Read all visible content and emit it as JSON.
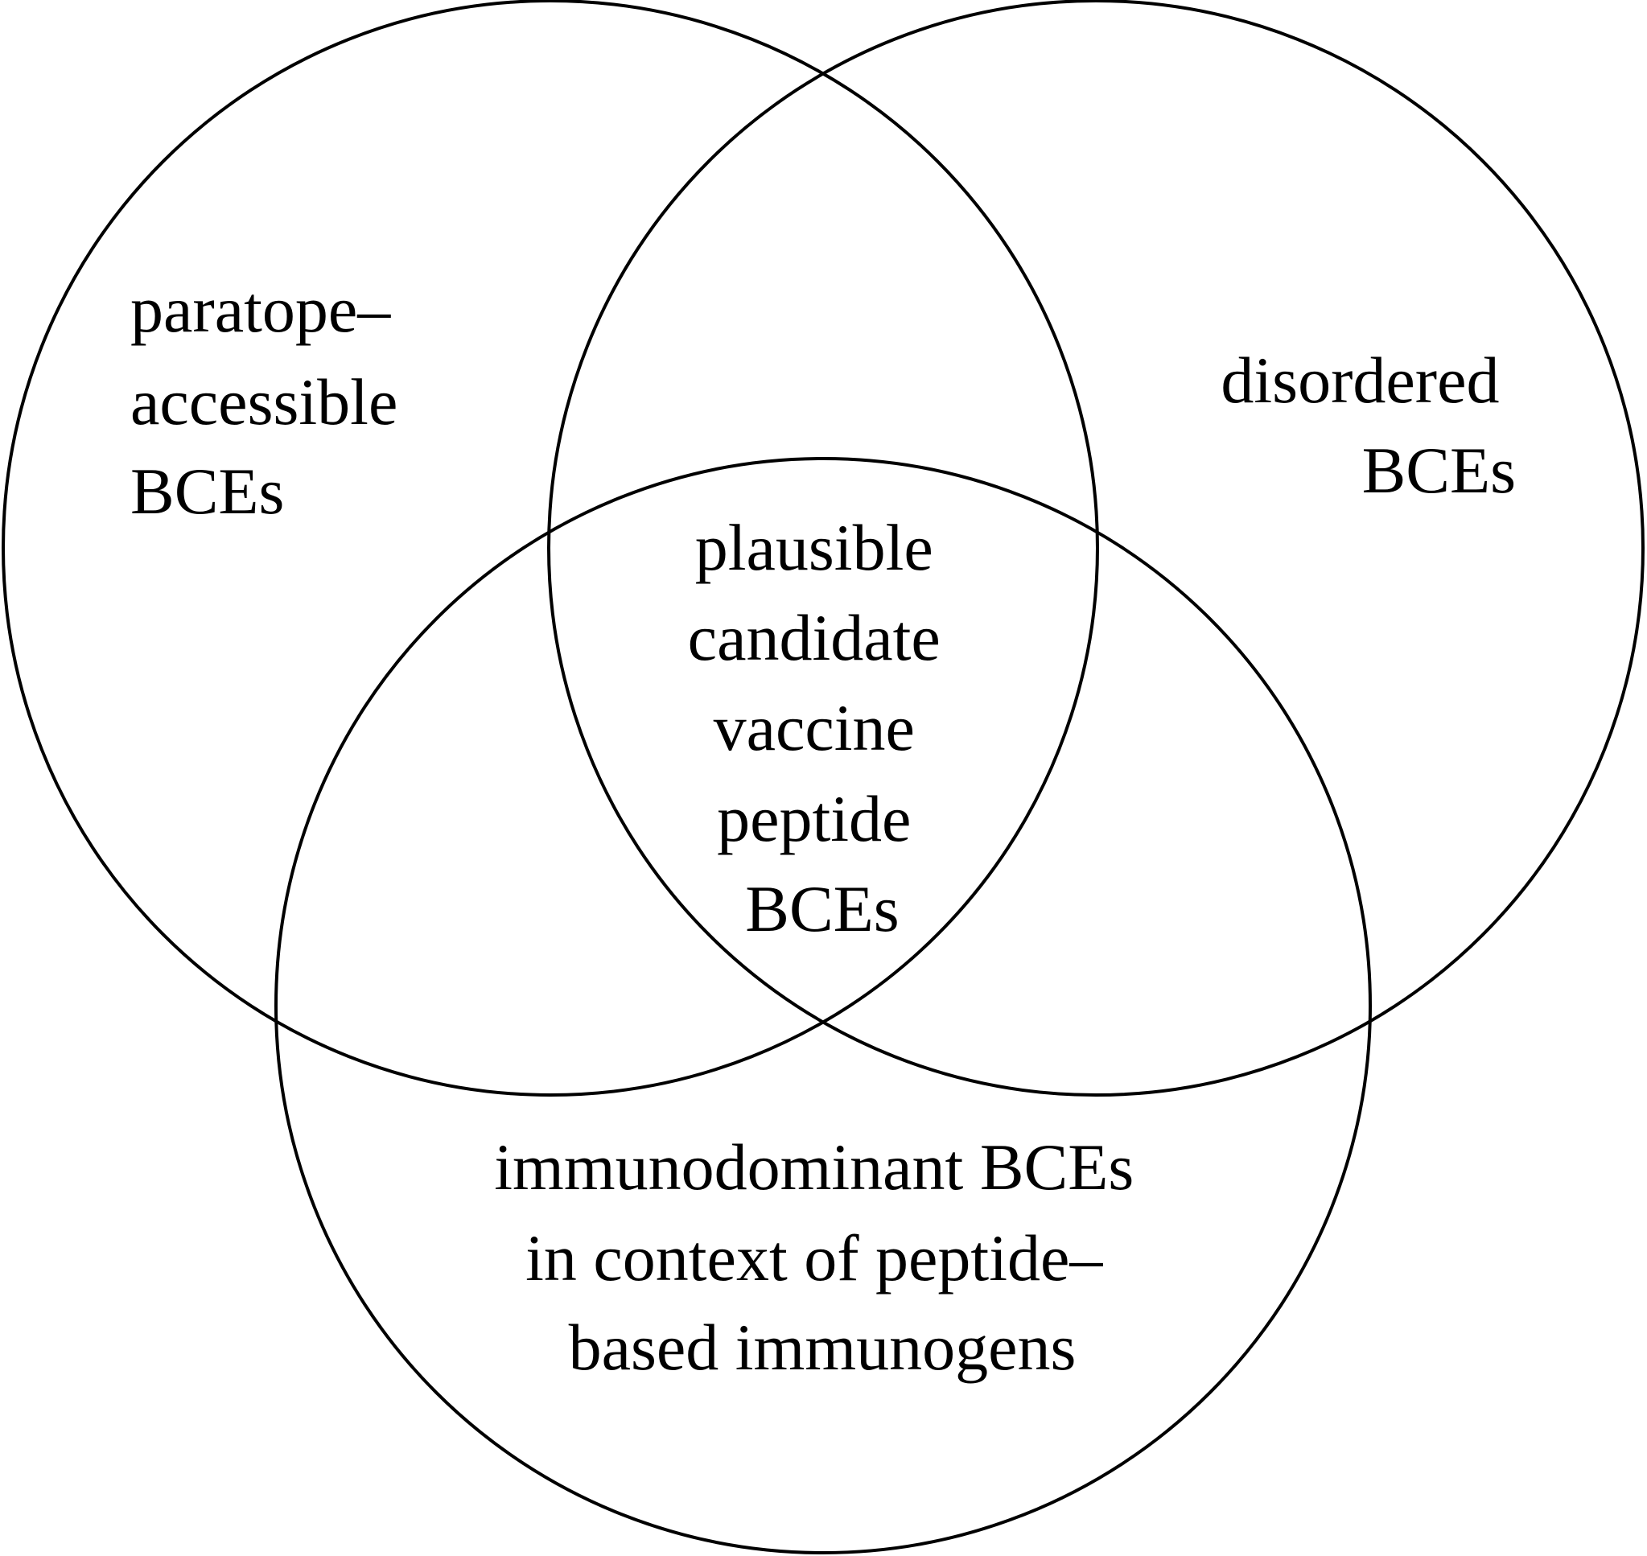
{
  "diagram": {
    "type": "venn",
    "sets": [
      {
        "key": "paratope-accessible",
        "lines": [
          "paratope–",
          "accessible",
          "BCEs"
        ]
      },
      {
        "key": "disordered",
        "lines": [
          "disordered",
          "BCEs"
        ]
      },
      {
        "key": "immunodominant",
        "lines": [
          "immunodominant BCEs",
          "in context of peptide–",
          "based immunogens"
        ]
      }
    ],
    "intersection": {
      "key": "all-three",
      "lines": [
        "plausible",
        "candidate",
        "vaccine",
        "peptide",
        "BCEs"
      ]
    },
    "colors": {
      "stroke": "#000000",
      "background": "#ffffff",
      "text": "#000000"
    }
  }
}
